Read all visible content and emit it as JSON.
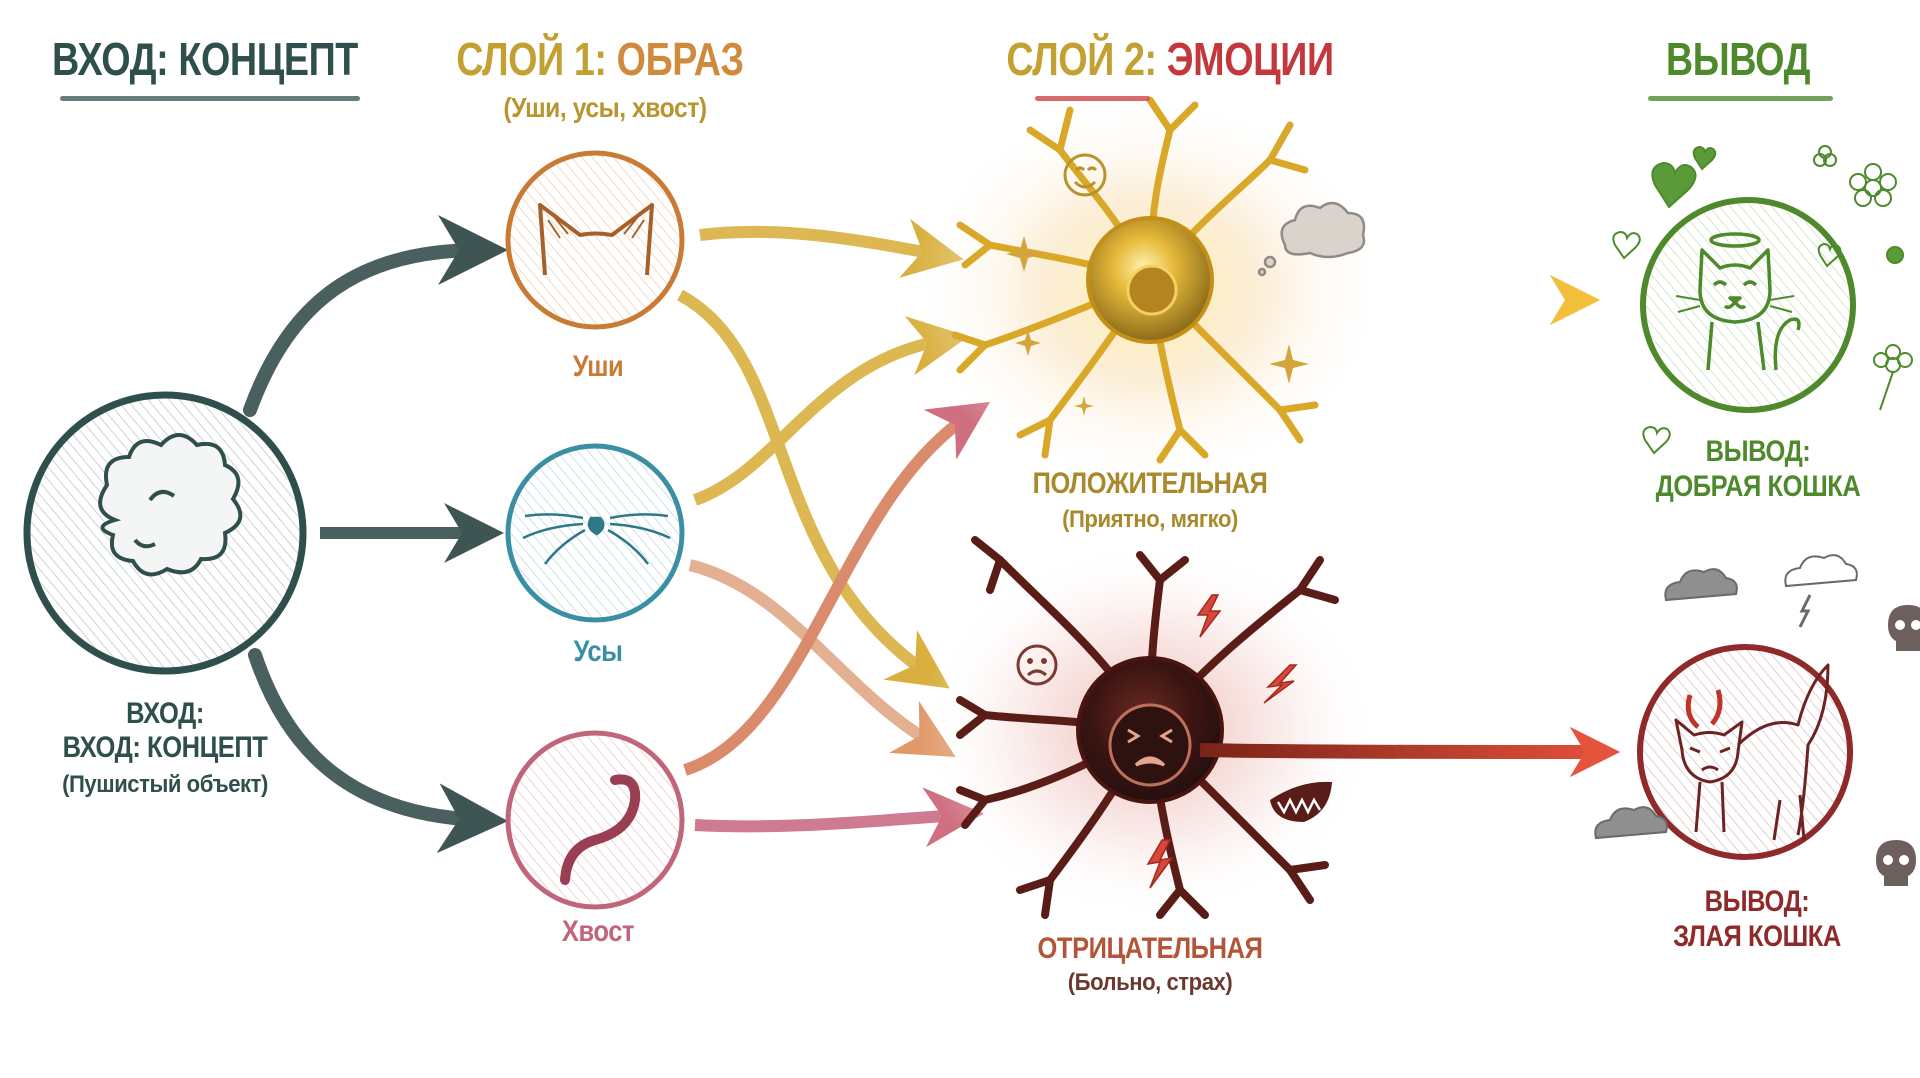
{
  "headers": {
    "input": {
      "text": "ВХОД: КОНЦЕПТ"
    },
    "layer1": {
      "prefix": "СЛОЙ 1: ",
      "accent": "ОБРАЗ",
      "subtitle": "(Уши, усы, хвост)"
    },
    "layer2": {
      "prefix": "СЛОЙ 2: ",
      "accent": "ЭМОЦИИ"
    },
    "output": {
      "text": "ВЫВОД"
    }
  },
  "input_node": {
    "line1": "ВХОД:",
    "line2": "ВХОД: КОНЦЕПТ",
    "line3": "(Пушистый объект)",
    "icon": "fluffy-cloud-icon"
  },
  "features": [
    {
      "id": "ears",
      "label": "Уши",
      "icon": "cat-ears-icon",
      "color": "#c97a35"
    },
    {
      "id": "whiskers",
      "label": "Усы",
      "icon": "whiskers-icon",
      "color": "#3a8fa4"
    },
    {
      "id": "tail",
      "label": "Хвост",
      "icon": "tail-icon",
      "color": "#c0657a"
    }
  ],
  "emotions": {
    "positive": {
      "title": "ПОЛОЖИТЕЛЬНАЯ",
      "subtitle": "(Приятно, мягко)",
      "color": "#a88a2c",
      "icon": "golden-neuron-icon"
    },
    "negative": {
      "title": "ОТРИЦАТЕЛЬНАЯ",
      "subtitle": "(Больно, страх)",
      "color": "#b4553a",
      "icon": "dark-neuron-icon"
    }
  },
  "outputs": {
    "kind": {
      "line1": "ВЫВОД:",
      "line2": "ДОБРАЯ КОШКА",
      "color": "#4e8a2c",
      "icon": "angel-cat-icon"
    },
    "evil": {
      "line1": "ВЫВОД:",
      "line2": "ЗЛАЯ КОШКА",
      "color": "#8e2a2a",
      "icon": "devil-cat-icon"
    }
  },
  "colors": {
    "input": "#2f4f4c",
    "layer1_prefix": "#c2a032",
    "layer1_accent": "#d08a3c",
    "layer1_sub": "#b99530",
    "layer2_prefix": "#c2a032",
    "layer2_accent": "#c3383d",
    "output": "#4e8a2c"
  }
}
